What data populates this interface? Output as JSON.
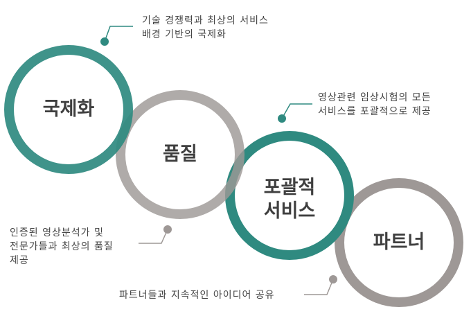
{
  "colors": {
    "teal": "#2f8a80",
    "gray": "#9e9896",
    "text": "#3f3f3f",
    "caption": "#444444"
  },
  "circles": [
    {
      "label": "국제화",
      "color": "teal"
    },
    {
      "label": "품질",
      "color": "gray"
    },
    {
      "label": "포괄적\n서비스",
      "color": "teal"
    },
    {
      "label": "파트너",
      "color": "gray"
    }
  ],
  "captions": [
    {
      "text": "기술 경쟁력과 최상의 서비스\n배경 기반의 국제화",
      "color": "teal"
    },
    {
      "text": "영상관련 임상시험의 모든\n서비스를 포괄적으로 제공",
      "color": "teal"
    },
    {
      "text": "인증된 영상분석가 및\n전문가들과 최상의 품질\n제공",
      "color": "gray"
    },
    {
      "text": "파트너들과 지속적인 아이디어 공유",
      "color": "gray"
    }
  ]
}
